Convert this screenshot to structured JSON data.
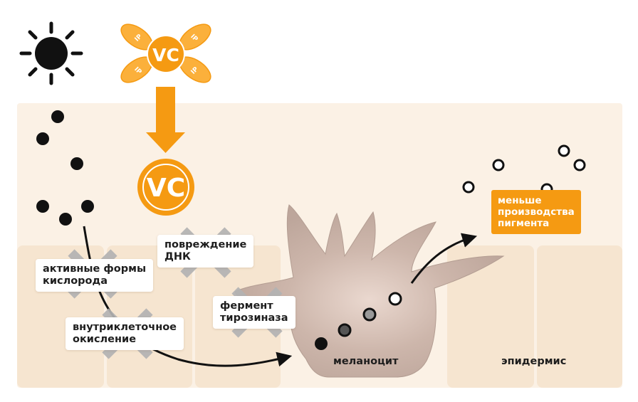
{
  "vc_molecule": {
    "core_label": "VC",
    "petal_label": "IP"
  },
  "vc_result_label": "VC",
  "labels": {
    "ros": [
      "активные формы",
      "кислорода"
    ],
    "oxidation": [
      "внутриклеточное",
      "окисление"
    ],
    "dna": [
      "повреждение",
      "ДНК"
    ],
    "tyrosinase": [
      "фермент",
      "тирозиназа"
    ],
    "less_pigment": [
      "меньше",
      "производства",
      "пигмента"
    ],
    "melanocyte": "меланоцит",
    "epidermis": "эпидермис"
  },
  "colors": {
    "skin_background": "#fbf1e5",
    "skin_cells": "#f6e5d0",
    "melanocyte": "#c0aaa0",
    "vc_orange": "#f59a12",
    "petal_orange": "#fbb03b",
    "blocked_cross": "#b3b3b3",
    "particle": "#111111"
  },
  "icons": [
    "sun-icon",
    "vitamin-c-molecule-icon",
    "down-arrow-icon",
    "cross-icon",
    "curved-arrow-icon"
  ]
}
